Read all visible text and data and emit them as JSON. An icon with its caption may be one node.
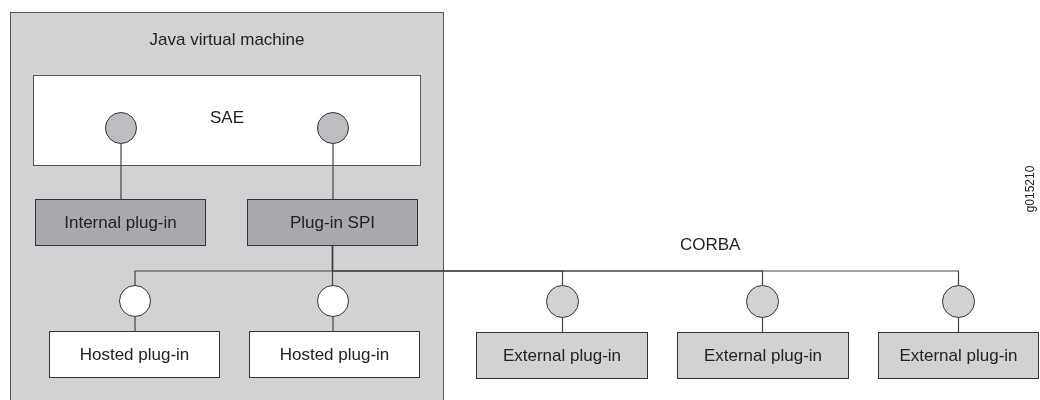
{
  "diagram": {
    "nodes": [
      {
        "text": [
          "Java virtual machine"
        ]
      },
      {
        "text": [
          "SAE"
        ],
        "in": 0
      },
      {
        "text": [],
        "shape": "circle",
        "in": 1
      },
      {
        "text": [],
        "shape": "circle",
        "in": 1
      },
      {
        "text": [
          "Internal plug-in"
        ],
        "in": 0
      },
      {
        "text": [
          "Plug-in SPI"
        ],
        "in": 0
      },
      {
        "text": [],
        "shape": "circle",
        "in": 0
      },
      {
        "text": [],
        "shape": "circle",
        "in": 0
      },
      {
        "text": [
          "Hosted plug-in"
        ],
        "in": 0
      },
      {
        "text": [
          "Hosted plug-in"
        ],
        "in": 0
      },
      {
        "text": [],
        "shape": "circle"
      },
      {
        "text": [],
        "shape": "circle"
      },
      {
        "text": [],
        "shape": "circle"
      },
      {
        "text": [
          "External plug-in"
        ]
      },
      {
        "text": [
          "External plug-in"
        ]
      },
      {
        "text": [
          "External plug-in"
        ]
      }
    ],
    "edges": [
      {
        "from": 2,
        "to": 4,
        "arrow": "none"
      },
      {
        "from": 3,
        "to": 5,
        "arrow": "none"
      },
      {
        "from": 5,
        "to": 6,
        "arrow": "none"
      },
      {
        "from": 5,
        "to": 7,
        "arrow": "none"
      },
      {
        "from": 5,
        "to": 10,
        "arrow": "none"
      },
      {
        "from": 5,
        "to": 11,
        "arrow": "none"
      },
      {
        "from": 5,
        "to": 12,
        "arrow": "none"
      },
      {
        "from": 6,
        "to": 8,
        "arrow": "none"
      },
      {
        "from": 7,
        "to": 9,
        "arrow": "none"
      },
      {
        "from": 10,
        "to": 13,
        "arrow": "none"
      },
      {
        "from": 11,
        "to": 14,
        "arrow": "none"
      },
      {
        "from": 12,
        "to": 15,
        "arrow": "none"
      }
    ],
    "labels": [
      "CORBA",
      "g015210"
    ]
  }
}
